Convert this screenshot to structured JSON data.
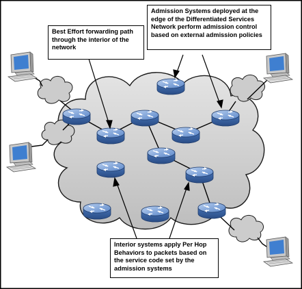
{
  "callouts": {
    "admission": "Admission Systems deployed at the\nedge of the Differentiated Services\nNetwork perform admission control\nbased on external admission policies",
    "best_effort": "Best Effort forwarding path\nthrough the interior of the\nnetwork",
    "interior": "Interior systems apply Per Hop\nBehaviors to packets based on\nthe service code set by the\nadmission systems"
  },
  "colors": {
    "router": "#5a86c8",
    "router_dark": "#2a4d86",
    "cloud": "#d3d3d3",
    "computer_screen": "#3f7fd0",
    "computer_body": "#d8d8d8",
    "frame": "#000000"
  },
  "icons": [
    "router-icon",
    "computer-icon",
    "cloud-icon"
  ]
}
